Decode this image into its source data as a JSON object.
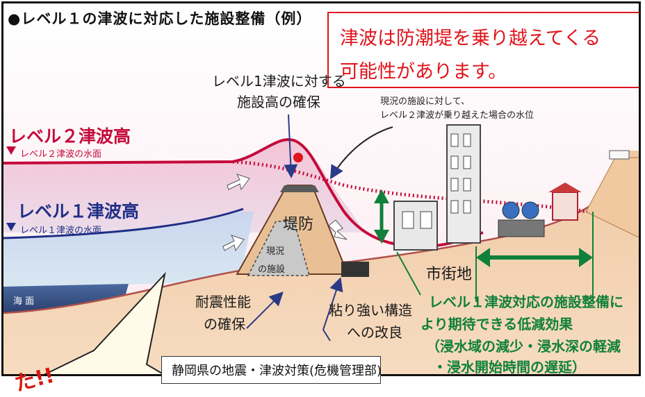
{
  "title": "●レベル１の津波に対応した施設整備（例）",
  "callout": {
    "line1": "津波は防潮堤を乗り越えてくる",
    "line2": "可能性があります。"
  },
  "labels": {
    "height_secure_1": "レベル1津波に対する",
    "height_secure_2": "施設高の確保",
    "overflow_note_1": "現況の施設に対して、",
    "overflow_note_2": "レベル２津波が乗り越えた場合の水位",
    "level2_height": "レベル２津波高",
    "level2_surface": "レベル２津波の水面",
    "level1_height": "レベル１津波高",
    "level1_surface": "レベル１津波の水面",
    "sea_surface": "海 面",
    "embankment": "堤防",
    "existing_1": "現況",
    "existing_2": "の施設",
    "town": "市街地",
    "seismic_1": "耐震性能",
    "seismic_2": "の確保",
    "tenacious_1": "粘り強い構造",
    "tenacious_2": "への改良",
    "effect_1": "レベル１津波対応の施設整備に",
    "effect_2": "より期待できる低減効果",
    "effect_3": "（浸水域の減少・浸水深の軽減",
    "effect_4": "・浸水開始時間の遅延）"
  },
  "footer": "静岡県の地震・津波対策(危機管理部)",
  "burst": "た!!",
  "colors": {
    "accent_red": "#e0141b",
    "level2": "#c40a3a",
    "level1": "#1e2f86",
    "effect_green": "#10803a"
  }
}
